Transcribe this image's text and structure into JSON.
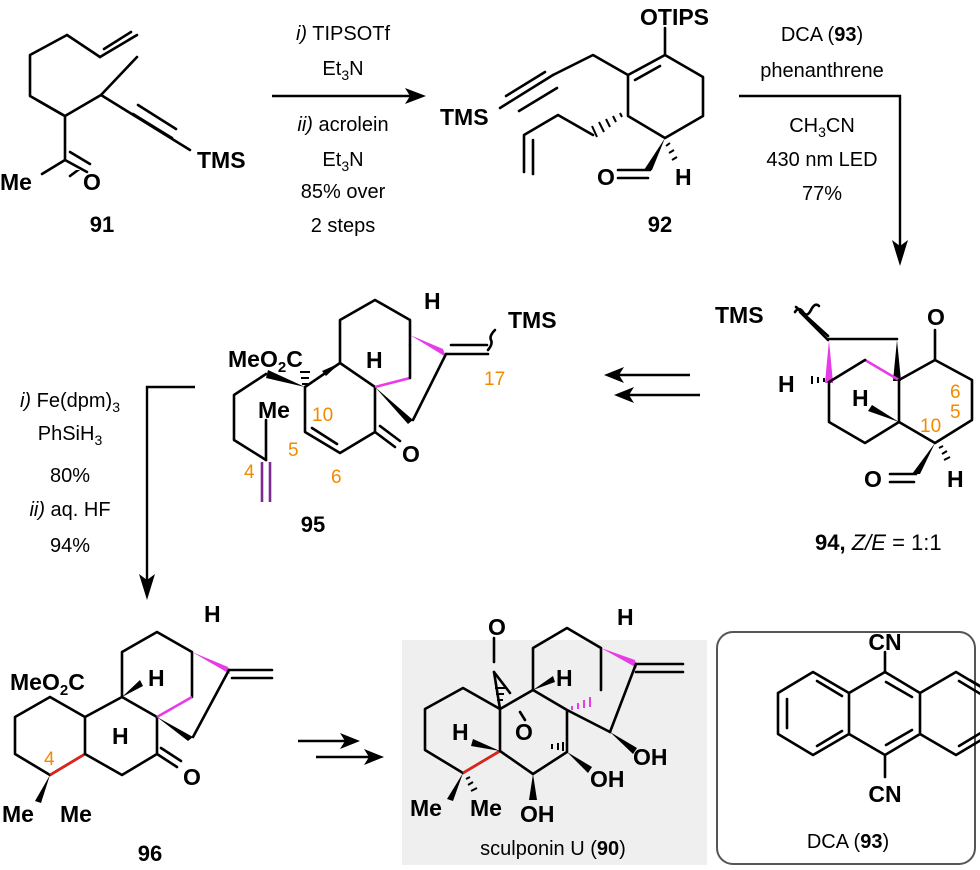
{
  "compounds": {
    "c91": {
      "id": "91",
      "labels": {
        "me": "Me",
        "o": "O",
        "tms": "TMS"
      }
    },
    "c92": {
      "id": "92",
      "labels": {
        "otips": "OTIPS",
        "tms": "TMS",
        "o": "O",
        "h": "H"
      }
    },
    "c94": {
      "id": "94",
      "caption_suffix": ", ",
      "ze": "Z/E",
      "ratio": " = 1:1",
      "labels": {
        "tms": "TMS",
        "o1": "O",
        "h1": "H",
        "h2": "H",
        "o2": "O",
        "h3": "H"
      },
      "numbers": {
        "n6": "6",
        "n5": "5",
        "n10": "10"
      }
    },
    "c95": {
      "id": "95",
      "labels": {
        "meo2c_a": "MeO",
        "meo2c_sub": "2",
        "meo2c_b": "C",
        "h1": "H",
        "h2": "H",
        "tms": "TMS",
        "me": "Me",
        "o": "O"
      },
      "numbers": {
        "n10": "10",
        "n17": "17",
        "n5": "5",
        "n4": "4",
        "n6": "6"
      }
    },
    "c96": {
      "id": "96",
      "labels": {
        "meo2c_a": "MeO",
        "meo2c_sub": "2",
        "meo2c_b": "C",
        "h1": "H",
        "h2": "H",
        "h3": "H",
        "o": "O",
        "me1": "Me",
        "me2": "Me"
      },
      "numbers": {
        "n4": "4"
      }
    },
    "c90": {
      "name": "sculponin U (",
      "id": "90",
      "close": ")",
      "labels": {
        "o1": "O",
        "h1": "H",
        "h2": "H",
        "h3": "H",
        "o2": "O",
        "oh1": "OH",
        "oh2": "OH",
        "oh3": "OH",
        "me1": "Me",
        "me2": "Me"
      }
    },
    "c93": {
      "name": "DCA (",
      "id": "93",
      "close": ")",
      "labels": {
        "cn1": "CN",
        "cn2": "CN"
      }
    }
  },
  "steps": {
    "s1": {
      "above1_i": "i)",
      "above1": " TIPSOTf",
      "above2_a": "Et",
      "above2_sub": "3",
      "above2_b": "N",
      "below1_i": "ii)",
      "below1": " acrolein",
      "below2_a": "Et",
      "below2_sub": "3",
      "below2_b": "N",
      "below3": "85% over",
      "below4": "2 steps"
    },
    "s2": {
      "above1_a": "DCA (",
      "above1_b": "93",
      "above1_c": ")",
      "above2": "phenanthrene",
      "below1_a": "CH",
      "below1_sub": "3",
      "below1_b": "CN",
      "below2": "430 nm LED",
      "below3": "77%"
    },
    "s3": {
      "l1_i": "i)",
      "l1_a": " Fe(dpm)",
      "l1_sub": "3",
      "l2_a": "PhSiH",
      "l2_sub": "3",
      "l3": "80%",
      "l4_i": "ii)",
      "l4": " aq. HF",
      "l5": "94%"
    }
  },
  "colors": {
    "new_bond_magenta": "#e83be8",
    "new_bond_red": "#e2231a",
    "alkene_purple": "#7b2a8f",
    "numbering_orange": "#f28a00",
    "highlight_bg": "#efefef"
  }
}
